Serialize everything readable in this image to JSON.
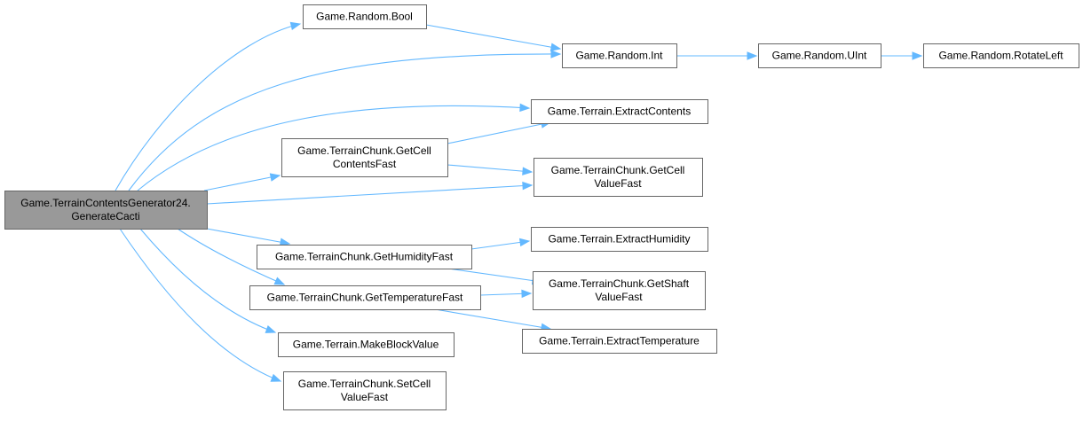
{
  "graph": {
    "colors": {
      "edge": "#63b8ff",
      "node_border": "#666666",
      "root_fill": "#999999",
      "node_fill": "#ffffff"
    },
    "nodes": {
      "root": {
        "lines": [
          "Game.TerrainContentsGenerator24.",
          "GenerateCacti"
        ],
        "is_root": true
      },
      "random_bool": {
        "lines": [
          "Game.Random.Bool"
        ]
      },
      "random_int": {
        "lines": [
          "Game.Random.Int"
        ]
      },
      "random_uint": {
        "lines": [
          "Game.Random.UInt"
        ]
      },
      "random_rotateleft": {
        "lines": [
          "Game.Random.RotateLeft"
        ]
      },
      "terrain_extractcontents": {
        "lines": [
          "Game.Terrain.ExtractContents"
        ]
      },
      "chunk_getcellcontentsfast": {
        "lines": [
          "Game.TerrainChunk.GetCell",
          "ContentsFast"
        ]
      },
      "chunk_getcellvaluefast": {
        "lines": [
          "Game.TerrainChunk.GetCell",
          "ValueFast"
        ]
      },
      "chunk_gethumidityfast": {
        "lines": [
          "Game.TerrainChunk.GetHumidityFast"
        ]
      },
      "terrain_extracthumidity": {
        "lines": [
          "Game.Terrain.ExtractHumidity"
        ]
      },
      "chunk_getshaftvaluefast": {
        "lines": [
          "Game.TerrainChunk.GetShaft",
          "ValueFast"
        ]
      },
      "chunk_gettemperaturefast": {
        "lines": [
          "Game.TerrainChunk.GetTemperatureFast"
        ]
      },
      "terrain_extracttemperature": {
        "lines": [
          "Game.Terrain.ExtractTemperature"
        ]
      },
      "terrain_makeblockvalue": {
        "lines": [
          "Game.Terrain.MakeBlockValue"
        ]
      },
      "chunk_setcellvaluefast": {
        "lines": [
          "Game.TerrainChunk.SetCell",
          "ValueFast"
        ]
      }
    },
    "edges": [
      [
        "root",
        "random_bool"
      ],
      [
        "root",
        "random_int"
      ],
      [
        "root",
        "terrain_extractcontents"
      ],
      [
        "root",
        "chunk_getcellcontentsfast"
      ],
      [
        "root",
        "chunk_getcellvaluefast"
      ],
      [
        "root",
        "chunk_gethumidityfast"
      ],
      [
        "root",
        "chunk_gettemperaturefast"
      ],
      [
        "root",
        "terrain_makeblockvalue"
      ],
      [
        "root",
        "chunk_setcellvaluefast"
      ],
      [
        "random_bool",
        "random_int"
      ],
      [
        "random_int",
        "random_uint"
      ],
      [
        "random_uint",
        "random_rotateleft"
      ],
      [
        "chunk_getcellcontentsfast",
        "terrain_extractcontents"
      ],
      [
        "chunk_getcellcontentsfast",
        "chunk_getcellvaluefast"
      ],
      [
        "chunk_gethumidityfast",
        "terrain_extracthumidity"
      ],
      [
        "chunk_gethumidityfast",
        "chunk_getshaftvaluefast"
      ],
      [
        "chunk_gettemperaturefast",
        "chunk_getshaftvaluefast"
      ],
      [
        "chunk_gettemperaturefast",
        "terrain_extracttemperature"
      ]
    ]
  }
}
